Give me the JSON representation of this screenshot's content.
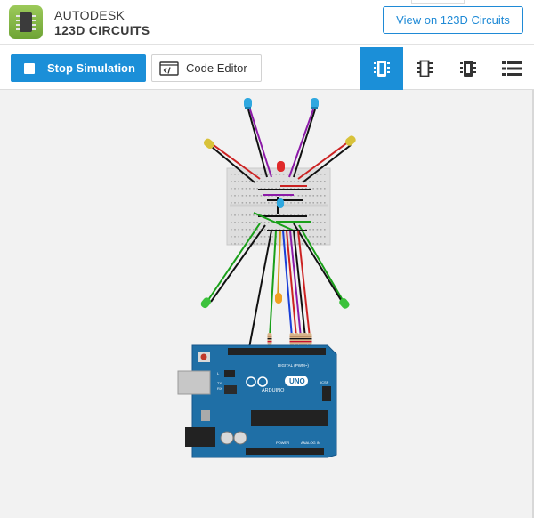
{
  "header": {
    "brand_line1": "AUTODESK",
    "brand_line2": "123D CIRCUITS",
    "view_button": "View on 123D Circuits",
    "logo_icon": "chip-icon"
  },
  "toolbar": {
    "stop_simulation": "Stop Simulation",
    "code_editor": "Code Editor",
    "view_tabs": [
      {
        "name": "breadboard-view-icon",
        "active": true
      },
      {
        "name": "schematic-view-icon",
        "active": false
      },
      {
        "name": "pcb-view-icon",
        "active": false
      },
      {
        "name": "component-list-icon",
        "active": false
      }
    ]
  },
  "board": {
    "brand": "ARDUINO",
    "model": "UNO",
    "digital_label": "DIGITAL (PWM~)",
    "power_label": "POWER",
    "analog_label": "ANALOG IN",
    "tx_label": "TX",
    "rx_label": "RX",
    "icsp_label": "ICSP",
    "l_label": "L"
  },
  "colors": {
    "accent": "#1b8fd8",
    "board": "#1f6fa6",
    "breadboard": "#dcdcdc",
    "led_blue": "#2fa8e0",
    "led_yellow": "#d8c23a",
    "led_red": "#e02a2a",
    "led_green": "#3cc23c",
    "led_orange": "#f0a020"
  }
}
